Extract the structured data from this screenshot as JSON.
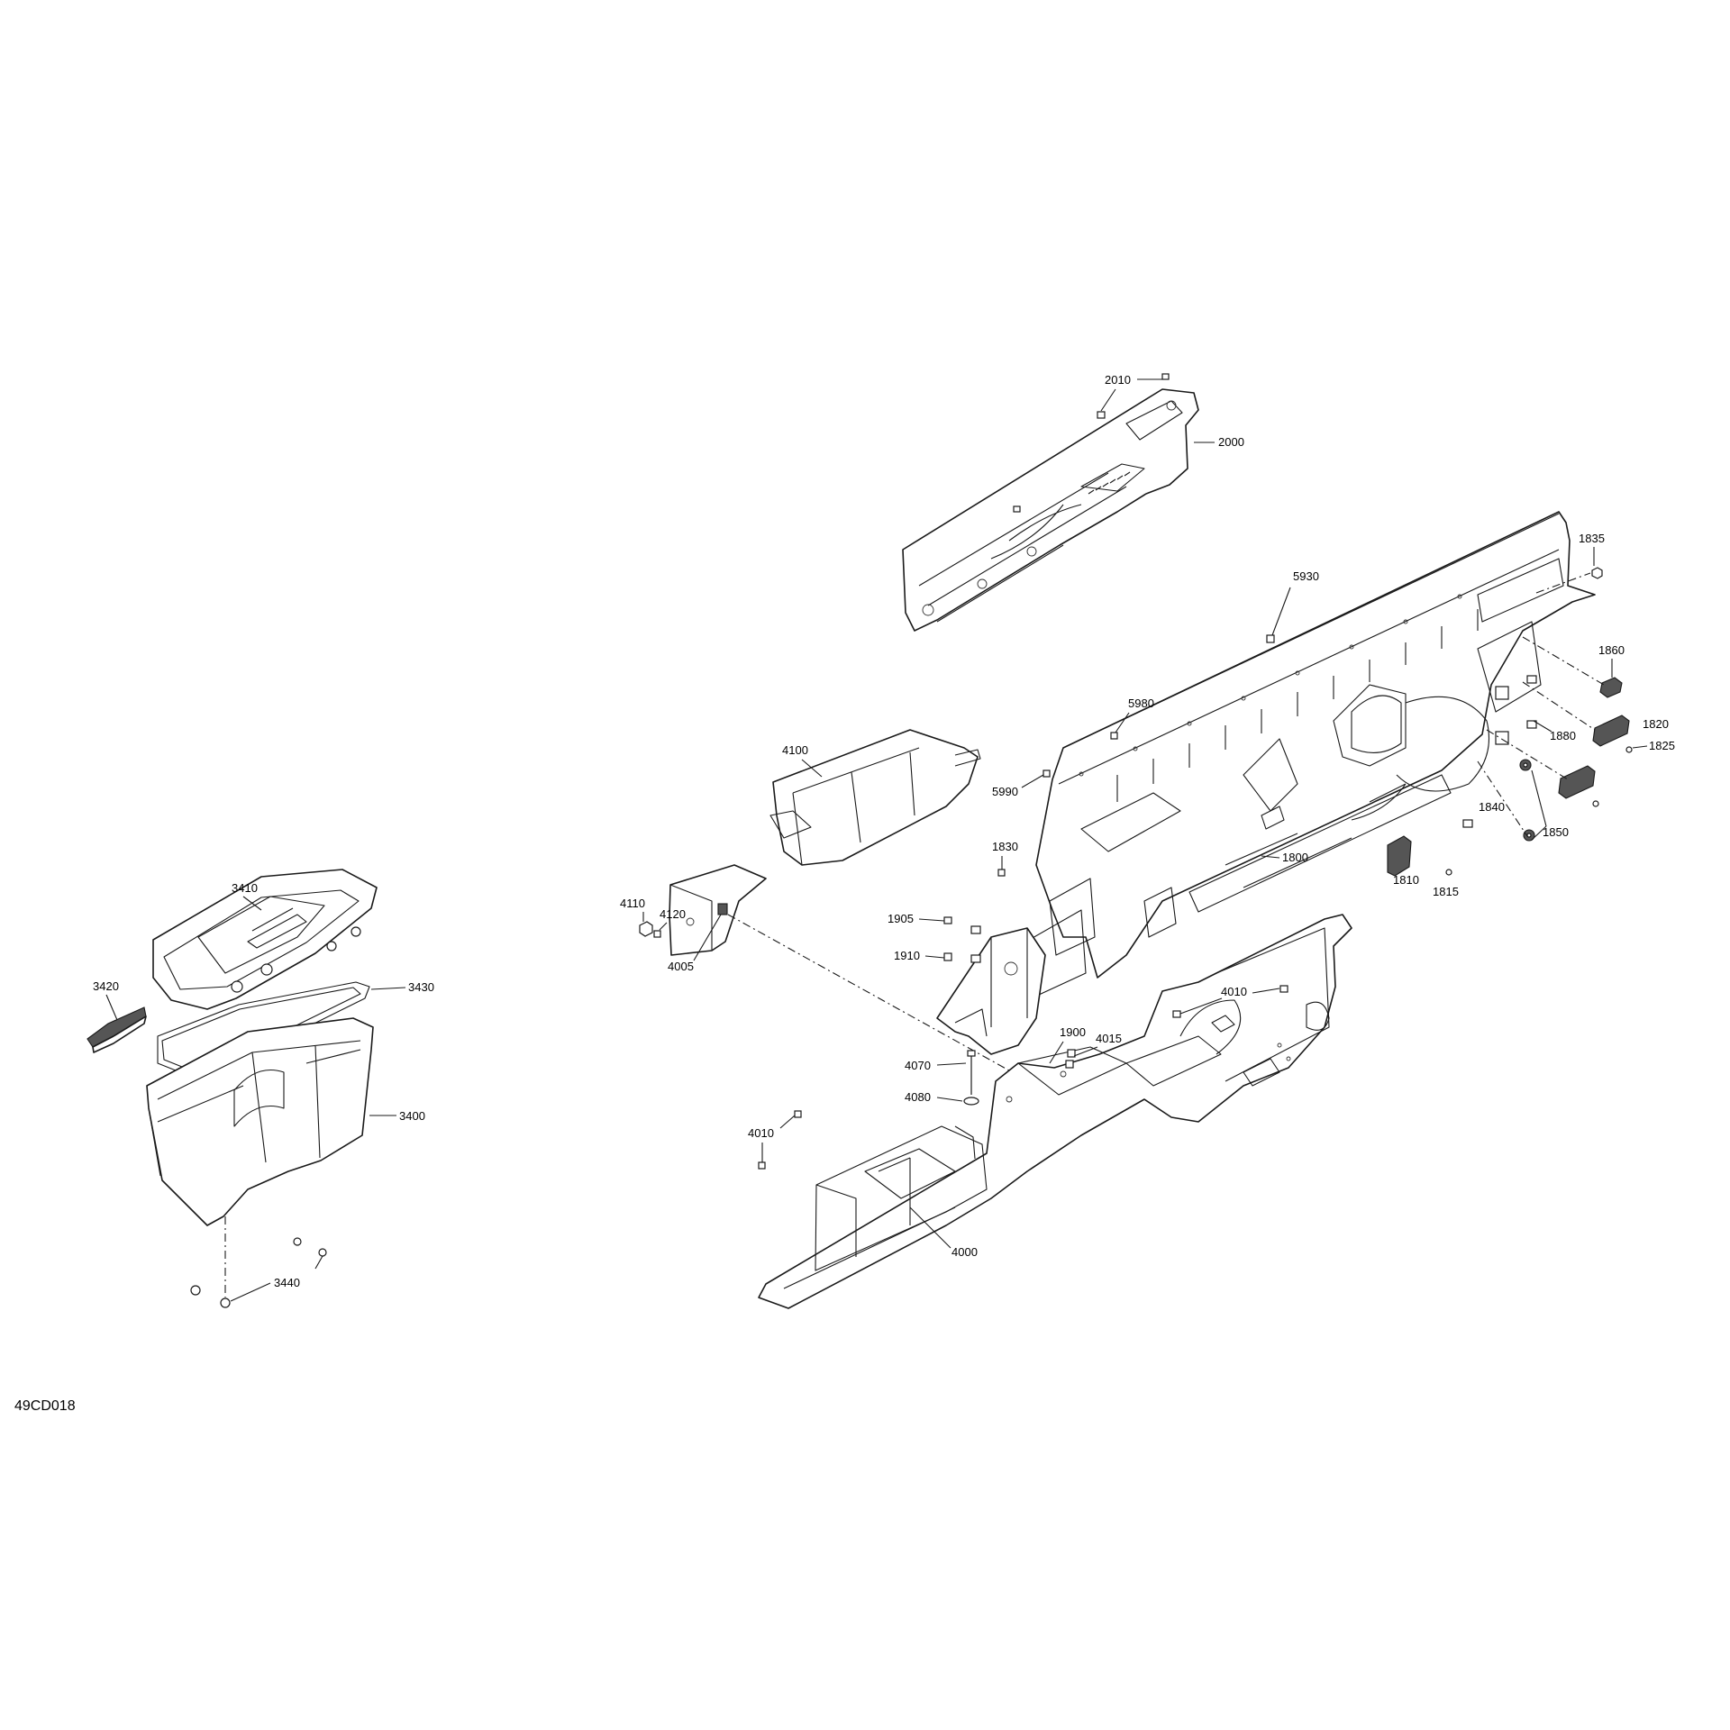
{
  "diagram": {
    "drawing_code": "49CD018",
    "callouts": {
      "c2010": "2010",
      "c2000": "2000",
      "c1835": "1835",
      "c5930": "5930",
      "c1860": "1860",
      "c5980": "5980",
      "c1820": "1820",
      "c1880": "1880",
      "c1825": "1825",
      "c4100": "4100",
      "c5990": "5990",
      "c4110": "4110",
      "c4120": "4120",
      "c1840": "1840",
      "c1850": "1850",
      "c1830": "1830",
      "c1800": "1800",
      "c1810": "1810",
      "c1815": "1815",
      "c3410": "3410",
      "c1905": "1905",
      "c4005": "4005",
      "c1910": "1910",
      "c4010a": "4010",
      "c3420": "3420",
      "c3430": "3430",
      "c1900": "1900",
      "c4015": "4015",
      "c4070": "4070",
      "c4080": "4080",
      "c3400": "3400",
      "c4010b": "4010",
      "c4000": "4000",
      "c3440": "3440"
    }
  }
}
